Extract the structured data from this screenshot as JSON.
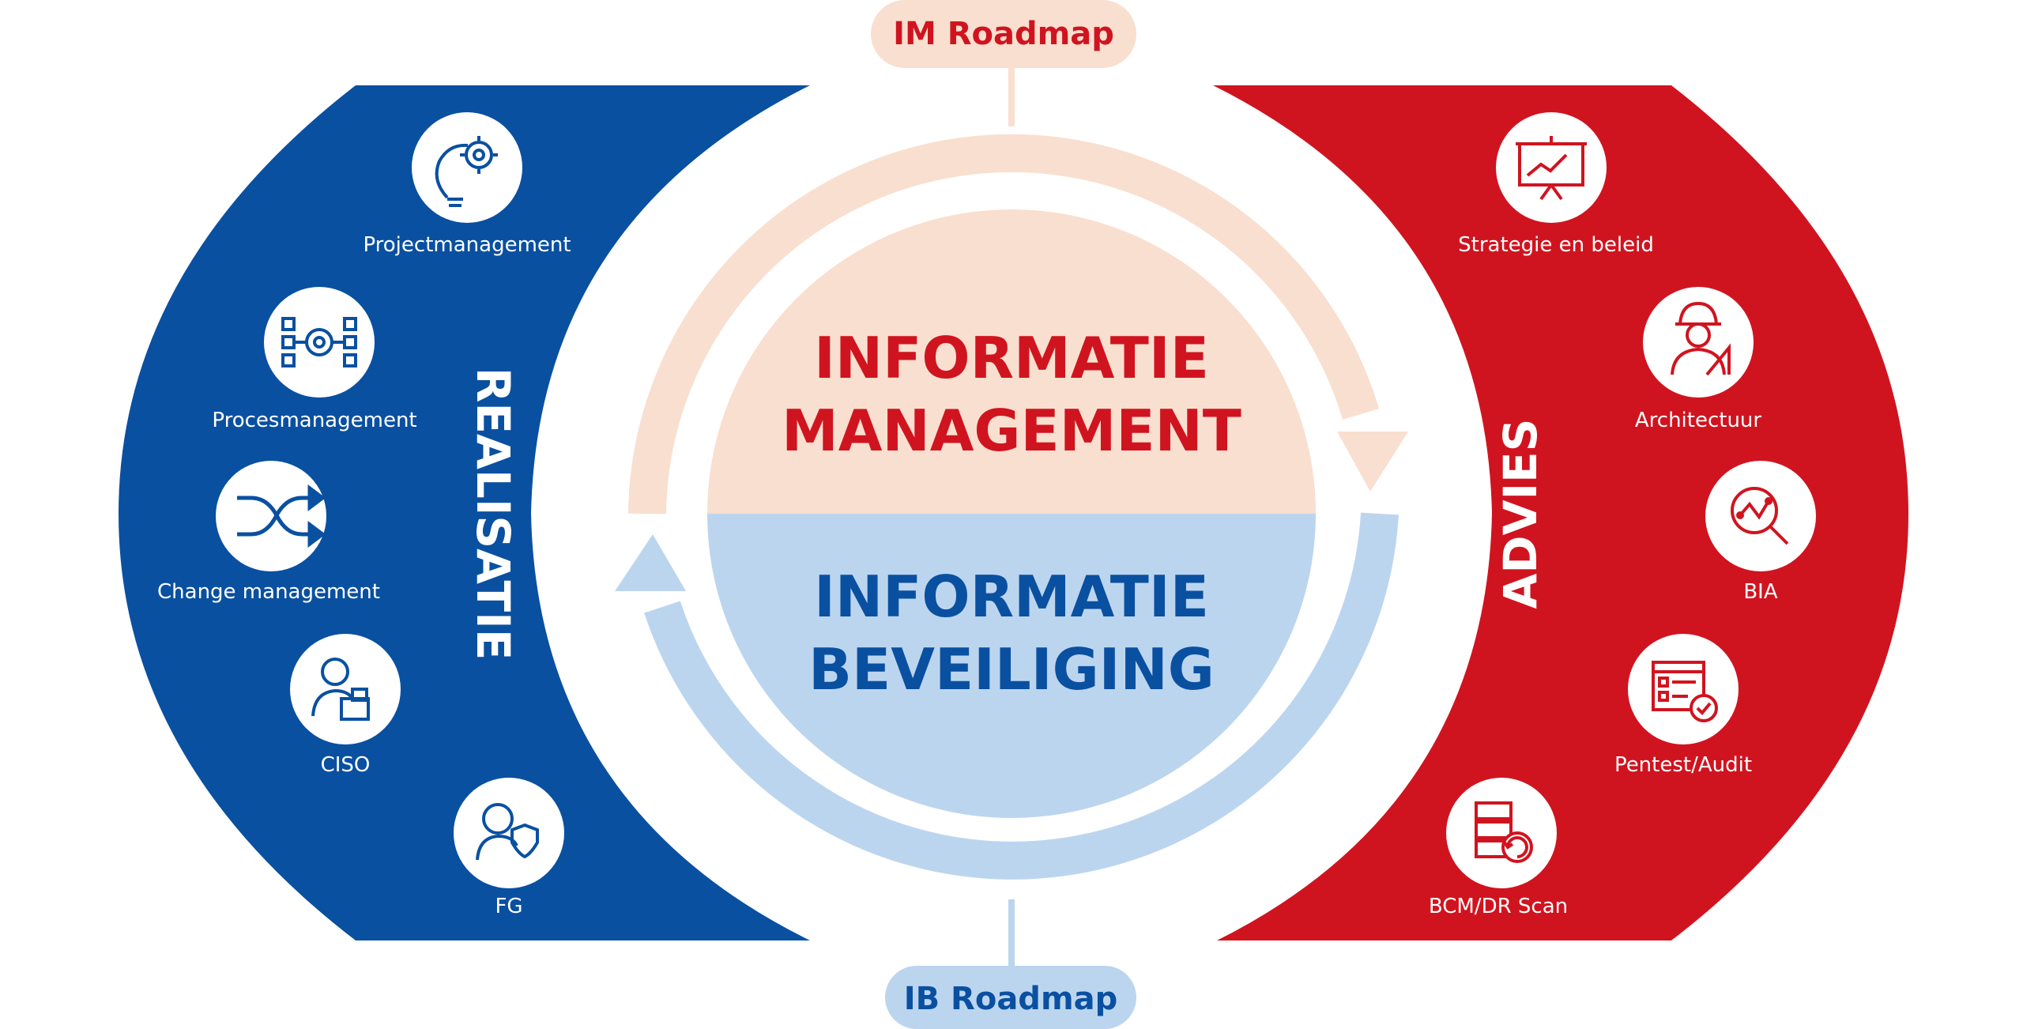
{
  "top_pill": "IM Roadmap",
  "bottom_pill": "IB Roadmap",
  "center": {
    "top_line1": "INFORMATIE",
    "top_line2": "MANAGEMENT",
    "bottom_line1": "INFORMATIE",
    "bottom_line2": "BEVEILIGING"
  },
  "left_panel": {
    "title": "REALISATIE",
    "items": [
      {
        "label": "Projectmanagement",
        "icon": "idea-gear-icon"
      },
      {
        "label": "Procesmanagement",
        "icon": "process-gear-icon"
      },
      {
        "label": "Change management",
        "icon": "shuffle-arrows-icon"
      },
      {
        "label": "CISO",
        "icon": "ciso-person-icon"
      },
      {
        "label": "FG",
        "icon": "fg-person-icon"
      }
    ]
  },
  "right_panel": {
    "title": "ADVIES",
    "items": [
      {
        "label": "Strategie en beleid",
        "icon": "presentation-board-icon"
      },
      {
        "label": "Architectuur",
        "icon": "architect-icon"
      },
      {
        "label": "BIA",
        "icon": "analysis-magnifier-icon"
      },
      {
        "label": "Pentest/Audit",
        "icon": "checklist-icon"
      },
      {
        "label": "BCM/DR Scan",
        "icon": "server-recovery-icon"
      }
    ]
  },
  "colors": {
    "blue": "#0a50a1",
    "red": "#d0141f",
    "light_peach": "#f9dfcf",
    "light_blue": "#bcd5ef",
    "white": "#ffffff"
  }
}
